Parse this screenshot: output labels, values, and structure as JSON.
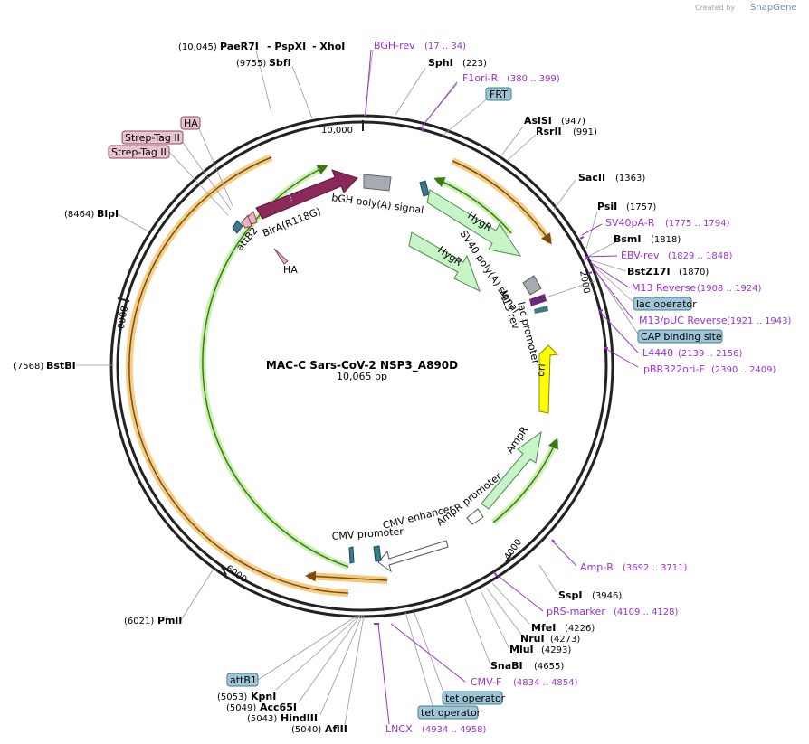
{
  "credit": {
    "created_by": "Created by",
    "brand": "SnapGene"
  },
  "plasmid": {
    "name": "MAC-C Sars-CoV-2 NSP3_A890D",
    "size": "10,065 bp"
  },
  "ticks": [
    "10,000",
    "2000",
    "4000",
    "6000",
    "8000"
  ],
  "features": {
    "bgh_polya": "bGH poly(A) signal",
    "bira": "BirA(R118G)",
    "attb2": "attB2",
    "ha_inner": "HA",
    "hygr1": "HygR",
    "hygr2": "HygR",
    "sv40_polya": "SV40 poly(A) signal",
    "m13_rev": "M13 rev",
    "lac_promoter": "lac promoter",
    "ori": "ori",
    "ampr": "AmpR",
    "ampr_promoter": "AmpR promoter",
    "cmv_enhancer": "CMV enhancer",
    "cmv_promoter": "CMV promoter"
  },
  "sites": {
    "paer7i": {
      "pos": "(10,045)",
      "name": "PaeR7I"
    },
    "pspxi": {
      "name": "- PspXI"
    },
    "xhoi": {
      "name": "- XhoI"
    },
    "sbfi": {
      "pos": "(9755)",
      "name": "SbfI"
    },
    "bgh_rev": {
      "name": "BGH-rev",
      "range": "(17 .. 34)"
    },
    "sphi": {
      "name": "SphI",
      "pos": "(223)"
    },
    "f1ori_r": {
      "name": "F1ori-R",
      "range": "(380 .. 399)"
    },
    "frt": {
      "name": "FRT"
    },
    "asisi": {
      "name": "AsiSI",
      "pos": "(947)"
    },
    "rsrii": {
      "name": "RsrII",
      "pos": "(991)"
    },
    "sacii": {
      "name": "SacII",
      "pos": "(1363)"
    },
    "psii": {
      "name": "PsiI",
      "pos": "(1757)"
    },
    "sv40pa_r": {
      "name": "SV40pA-R",
      "range": "(1775 .. 1794)"
    },
    "bsmi": {
      "name": "BsmI",
      "pos": "(1818)"
    },
    "ebv_rev": {
      "name": "EBV-rev",
      "range": "(1829 .. 1848)"
    },
    "bstz17i": {
      "name": "BstZ17I",
      "pos": "(1870)"
    },
    "m13_reverse": {
      "name": "M13 Reverse",
      "range": "(1908 .. 1924)"
    },
    "lac_operator": {
      "name": "lac operator"
    },
    "m13puc_reverse": {
      "name": "M13/pUC Reverse",
      "range": "(1921 .. 1943)"
    },
    "cap_site": {
      "name": "CAP binding site"
    },
    "l4440": {
      "name": "L4440",
      "range": "(2139 .. 2156)"
    },
    "pbr322ori_f": {
      "name": "pBR322ori-F",
      "range": "(2390 .. 2409)"
    },
    "amp_r": {
      "name": "Amp-R",
      "range": "(3692 .. 3711)"
    },
    "sspi": {
      "name": "SspI",
      "pos": "(3946)"
    },
    "prs_marker": {
      "name": "pRS-marker",
      "range": "(4109 .. 4128)"
    },
    "mfei": {
      "name": "MfeI",
      "pos": "(4226)"
    },
    "nrui": {
      "name": "NruI",
      "pos": "(4273)"
    },
    "mlui": {
      "name": "MluI",
      "pos": "(4293)"
    },
    "snabi": {
      "name": "SnaBI",
      "pos": "(4655)"
    },
    "cmv_f": {
      "name": "CMV-F",
      "range": "(4834 .. 4854)"
    },
    "tet_op1": {
      "name": "tet operator"
    },
    "tet_op2": {
      "name": "tet operator"
    },
    "lncx": {
      "name": "LNCX",
      "range": "(4934 .. 4958)"
    },
    "aflii": {
      "pos": "(5040)",
      "name": "AflII"
    },
    "hindiii": {
      "pos": "(5043)",
      "name": "HindIII"
    },
    "acc65i": {
      "pos": "(5049)",
      "name": "Acc65I"
    },
    "kpni": {
      "pos": "(5053)",
      "name": "KpnI"
    },
    "attb1": {
      "name": "attB1"
    },
    "pmli": {
      "pos": "(6021)",
      "name": "PmlI"
    },
    "bstbi": {
      "pos": "(7568)",
      "name": "BstBI"
    },
    "blpi": {
      "pos": "(8464)",
      "name": "BlpI"
    },
    "strep2": {
      "name": "Strep-Tag II"
    },
    "strep1": {
      "name": "Strep-Tag II"
    },
    "ha_box": {
      "name": "HA"
    }
  },
  "colors": {
    "backbone": "#222222",
    "primer": "#9b30d0",
    "ha_box": "#e8c4cf",
    "blue_box": "#9cc6d6",
    "hygr": "#c8f5c8",
    "bira": "#8b2a5a",
    "ori": "#ffff00",
    "orange_arc": "#f5c878",
    "green_arc": "#4a9a1a"
  }
}
